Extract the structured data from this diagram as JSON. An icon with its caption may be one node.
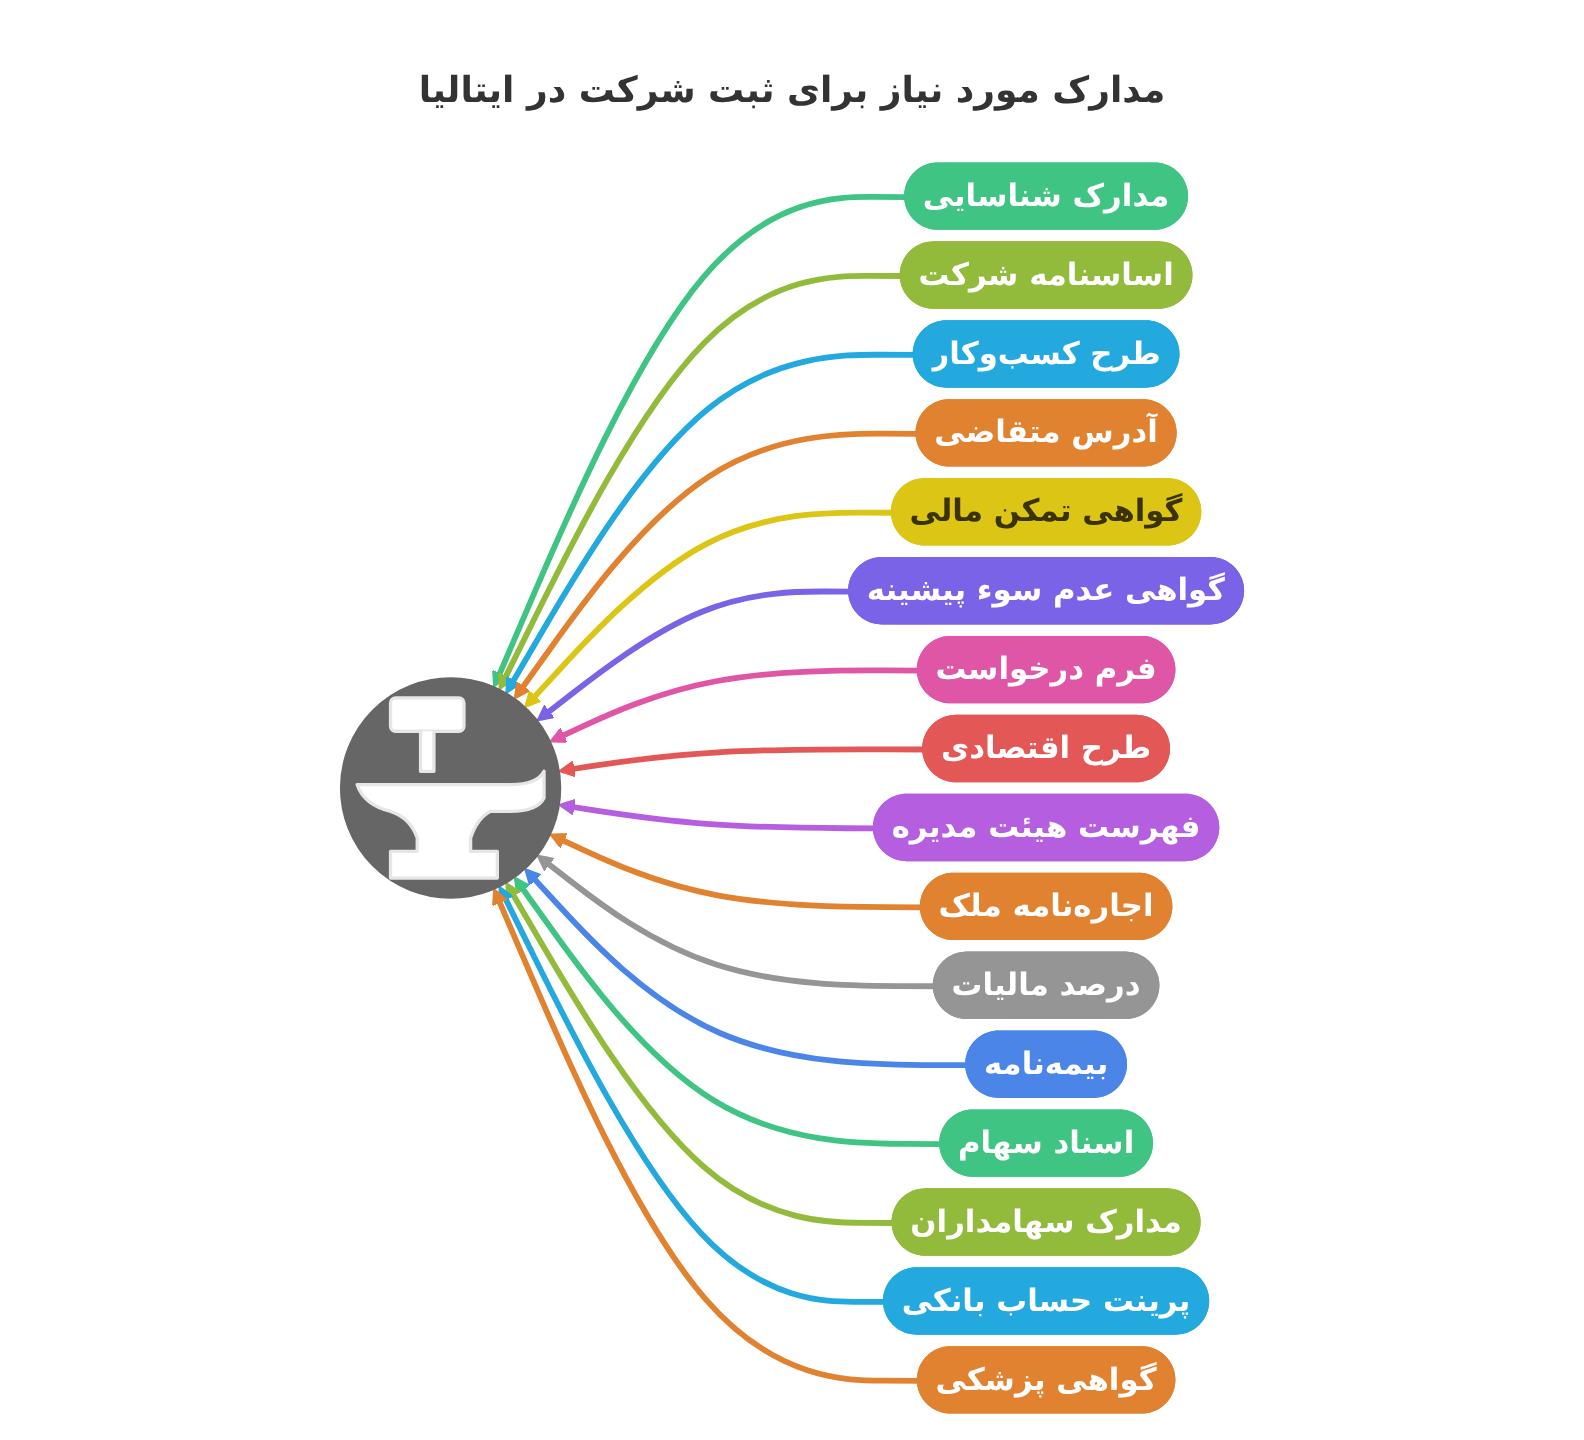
{
  "diagram": {
    "title": "مدارک مورد نیاز برای ثبت شرکت در ایتالیا",
    "nodes": [
      {
        "text": [],
        "shape": "circle"
      },
      {
        "text": [
          "مدارک شناسایی"
        ]
      },
      {
        "text": [
          "اساسنامه شرکت"
        ]
      },
      {
        "text": [
          "طرح کسب‌وکار"
        ]
      },
      {
        "text": [
          "آدرس متقاضی"
        ]
      },
      {
        "text": [
          "گواهی تمکن مالی"
        ]
      },
      {
        "text": [
          "گواهی عدم سوء پیشینه"
        ]
      },
      {
        "text": [
          "فرم درخواست"
        ]
      },
      {
        "text": [
          "طرح اقتصادی"
        ]
      },
      {
        "text": [
          "فهرست هیئت مدیره"
        ]
      },
      {
        "text": [
          "اجاره‌نامه ملک"
        ]
      },
      {
        "text": [
          "درصد مالیات"
        ]
      },
      {
        "text": [
          "بیمه‌نامه"
        ]
      },
      {
        "text": [
          "اسناد سهام"
        ]
      },
      {
        "text": [
          "مدارک سهامداران"
        ]
      },
      {
        "text": [
          "پرینت حساب بانکی"
        ]
      },
      {
        "text": [
          "گواهی پزشکی"
        ]
      }
    ],
    "edges": [
      {
        "from": 1,
        "to": 0,
        "arrow": "to",
        "color": "#40c483"
      },
      {
        "from": 2,
        "to": 0,
        "arrow": "to",
        "color": "#93bb3b"
      },
      {
        "from": 3,
        "to": 0,
        "arrow": "to",
        "color": "#23a9dd"
      },
      {
        "from": 4,
        "to": 0,
        "arrow": "to",
        "color": "#e08230"
      },
      {
        "from": 5,
        "to": 0,
        "arrow": "to",
        "color": "#dcc514"
      },
      {
        "from": 6,
        "to": 0,
        "arrow": "to",
        "color": "#7a63e6"
      },
      {
        "from": 7,
        "to": 0,
        "arrow": "to",
        "color": "#e056a6"
      },
      {
        "from": 8,
        "to": 0,
        "arrow": "to",
        "color": "#e35856"
      },
      {
        "from": 9,
        "to": 0,
        "arrow": "to",
        "color": "#b65ee0"
      },
      {
        "from": 10,
        "to": 0,
        "arrow": "to",
        "color": "#e08230"
      },
      {
        "from": 11,
        "to": 0,
        "arrow": "to",
        "color": "#959595"
      },
      {
        "from": 12,
        "to": 0,
        "arrow": "to",
        "color": "#4b85e8"
      },
      {
        "from": 13,
        "to": 0,
        "arrow": "to",
        "color": "#40c483"
      },
      {
        "from": 14,
        "to": 0,
        "arrow": "to",
        "color": "#93bb3b"
      },
      {
        "from": 15,
        "to": 0,
        "arrow": "to",
        "color": "#23a9dd"
      },
      {
        "from": 16,
        "to": 0,
        "arrow": "to",
        "color": "#e08230"
      }
    ]
  }
}
